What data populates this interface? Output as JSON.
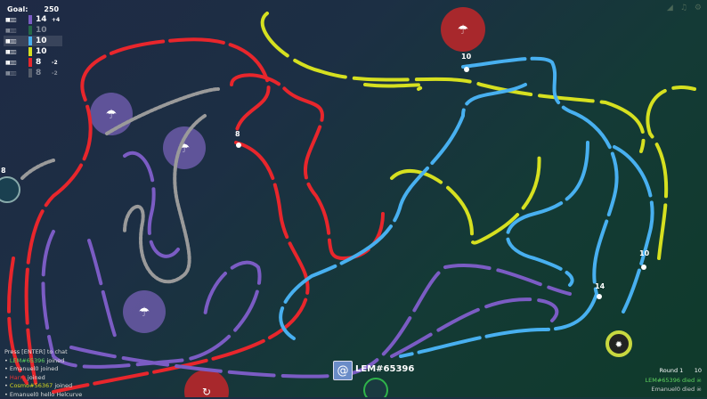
{
  "scoreboard": {
    "goal_label": "Goal:",
    "goal_value": "250",
    "rows": [
      {
        "color": "#7b5cc4",
        "score": "14",
        "delta": "+4",
        "dim": false,
        "selected": false
      },
      {
        "color": "#2fb34a",
        "score": "10",
        "delta": "",
        "dim": true,
        "selected": false
      },
      {
        "color": "#48b0f0",
        "score": "10",
        "delta": "",
        "dim": false,
        "selected": true
      },
      {
        "color": "#d6e020",
        "score": "10",
        "delta": "",
        "dim": false,
        "selected": false
      },
      {
        "color": "#e8262c",
        "score": "8",
        "delta": "-2",
        "dim": false,
        "selected": false
      },
      {
        "color": "#9a9a9a",
        "score": "8",
        "delta": "-2",
        "dim": true,
        "selected": false
      }
    ]
  },
  "chat": {
    "prompt": "Press [ENTER] to chat",
    "messages": [
      {
        "name": "LEM#65396",
        "text": " joined",
        "color": "g"
      },
      {
        "name": "Emanuel0",
        "text": " joined",
        "color": ""
      },
      {
        "name": "Harry",
        "text": " joined",
        "color": "r"
      },
      {
        "name": "Cosmo#56367",
        "text": " joined",
        "color": "y"
      },
      {
        "name": "Emanuel0",
        "text": " hello Helcurve",
        "color": ""
      }
    ]
  },
  "round": {
    "label": "Round 1",
    "value": "10",
    "deaths": [
      "LEM#65396 died",
      "Emanuel0 died"
    ]
  },
  "player": {
    "name": "LEM#65396",
    "avatar_icon": "spiral-icon"
  },
  "field_labels": [
    "8",
    "10",
    "14",
    "10",
    "8"
  ],
  "top_icons": [
    "sound-icon",
    "music-icon",
    "gear-icon"
  ],
  "colors": {
    "purple": "#7b5cc4",
    "red": "#e8262c",
    "yellow": "#d6e020",
    "blue": "#48b0f0",
    "gray": "#9a9a9a",
    "green": "#2fb34a"
  }
}
